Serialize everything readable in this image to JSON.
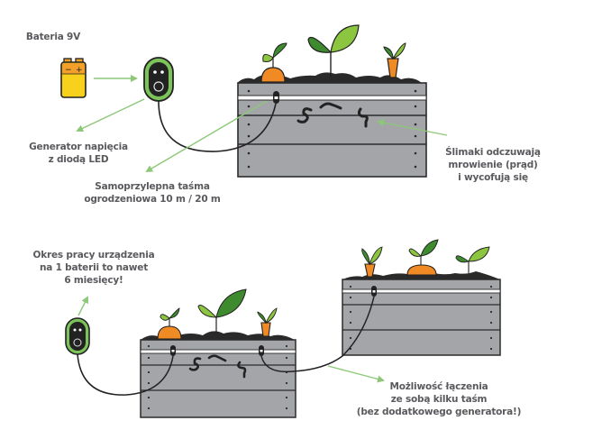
{
  "labels": {
    "battery": "Bateria 9V",
    "generator": [
      "Generator napięcia",
      "z diodą LED"
    ],
    "tape": [
      "Samoprzylepna taśma",
      "ogrodzeniowa 10 m / 20 m"
    ],
    "snails": [
      "Ślimaki odczuwają",
      "mrowienie (prąd)",
      "i wycofują się"
    ],
    "lifetime": [
      "Okres pracy urządzenia",
      "na 1 baterii to nawet",
      "6 miesięcy!"
    ],
    "chaining": [
      "Możliwość łączenia",
      "ze sobą kilku taśm",
      "(bez dodatkowego generatora!)"
    ]
  },
  "battery_symbols": {
    "minus": "−",
    "plus": "+"
  },
  "colors": {
    "arrow": "#8cc878",
    "text": "#5a5a5e",
    "box": "#a3a5a8",
    "box_stroke": "#2b2b2b",
    "tape": "#ffffff",
    "generator_ring": "#7cc35a",
    "generator_body": "#222222",
    "battery_top": "#f2a02a",
    "battery_bottom": "#f7d11b",
    "carrot": "#f08a24",
    "leaf_dark": "#3e8a2e",
    "leaf_light": "#8cc640",
    "soil": "#2a2a2a"
  }
}
